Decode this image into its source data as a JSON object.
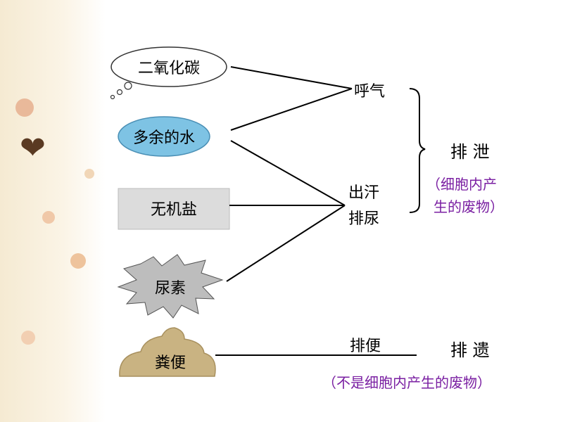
{
  "sources": {
    "co2": "二氧化碳",
    "water": "多余的水",
    "salt": "无机盐",
    "urea": "尿素",
    "feces": "粪便"
  },
  "routes": {
    "breathe": "呼气",
    "sweat": "出汗",
    "urinate": "排尿",
    "defecate": "排便"
  },
  "categories": {
    "excretion": "排 泄",
    "excretion_note_line1": "（细胞内产",
    "excretion_note_line2": "生的废物）",
    "egestion": "排 遗",
    "egestion_note": "（不是细胞内产生的废物）"
  },
  "colors": {
    "line": "#000000",
    "note_text": "#7a1fa2",
    "water_fill": "#7ec3e4",
    "feces_fill": "#c9b382",
    "urea_fill": "#bdbdbd",
    "salt_fill": "#dcdcdc"
  }
}
